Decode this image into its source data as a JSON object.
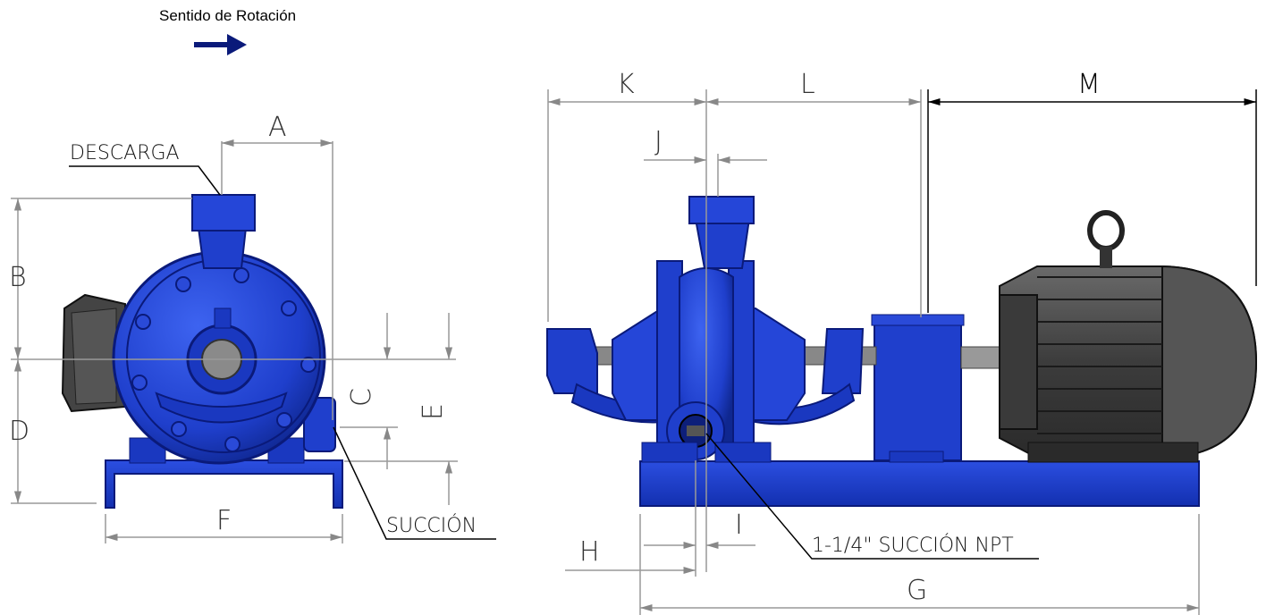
{
  "caption": "Sentido de Rotación",
  "notes": {
    "descarga": "DESCARGA",
    "succion": "SUCCIÓN",
    "succion_npt": "1-1/4\" SUCCIÓN NPT"
  },
  "dimensions": {
    "A": "A",
    "B": "B",
    "C": "C",
    "D": "D",
    "E": "E",
    "F": "F",
    "G": "G",
    "H": "H",
    "I": "I",
    "J": "J",
    "K": "K",
    "L": "L",
    "M": "M"
  },
  "colors": {
    "pump_blue": "#1f3fcc",
    "pump_dark": "#0d1f7a",
    "motor_gray": "#4a4a4a",
    "motor_dark": "#222222",
    "arrow": "#0a1a7a",
    "dim_line": "#999999"
  },
  "icons": {
    "rotation": "arrow-right-icon"
  }
}
